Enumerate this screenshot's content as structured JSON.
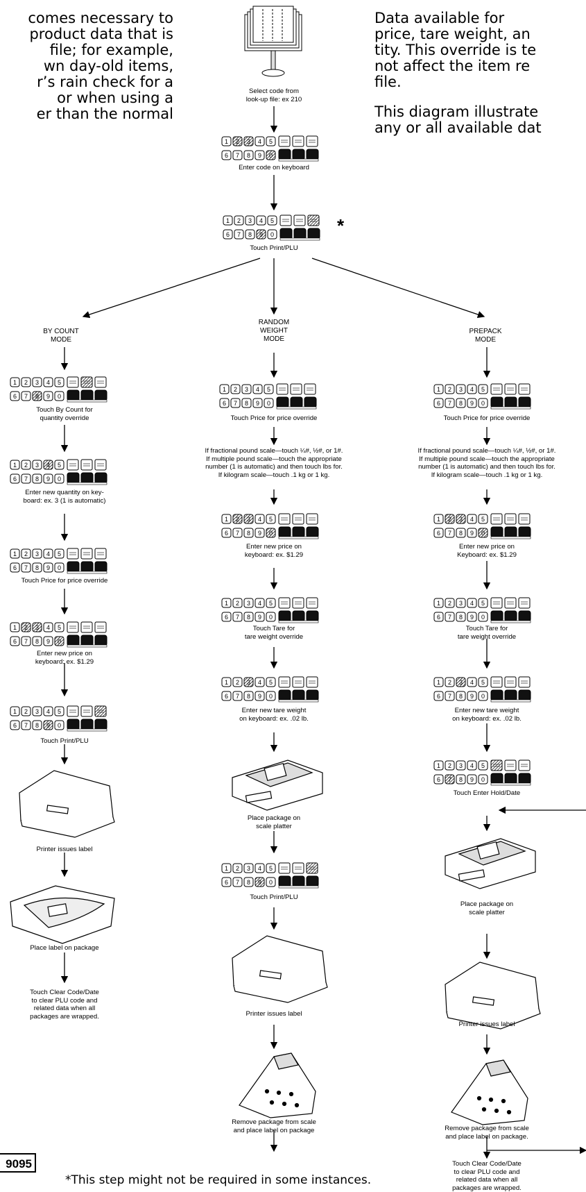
{
  "intro_left": [
    "comes necessary to",
    "product data that is",
    "file; for example,",
    "wn  day-old  items,",
    "r’s rain check for a",
    "or  when  using  a",
    "er  than  the  normal"
  ],
  "intro_right_p1": [
    "Data    available    for",
    "price,  tare  weight,  an",
    "tity. This override is te",
    "not  affect  the  item  re",
    "file."
  ],
  "intro_right_p2": [
    "This  diagram  illustrate",
    "any or all available dat"
  ],
  "top_steps": {
    "select": [
      "Select code from",
      "look-up file: ex 210"
    ],
    "enter_code": [
      "Enter code on keyboard"
    ],
    "touch_print": [
      "Touch Print/PLU"
    ],
    "asterisk": "*"
  },
  "modes": {
    "count": [
      "BY COUNT",
      "MODE"
    ],
    "random": [
      "RANDOM",
      "WEIGHT",
      "MODE"
    ],
    "prepack": [
      "PREPACK",
      "MODE"
    ]
  },
  "count_steps": {
    "s1": [
      "Touch By Count for",
      "quantity override"
    ],
    "s2": [
      "Enter new quantity on key-",
      "board: ex. 3 (1 is automatic)"
    ],
    "s3": [
      "Touch Price for price override"
    ],
    "s4": [
      "Enter new price on",
      "keyboard: ex. $1.29"
    ],
    "s5": [
      "Touch Print/PLU"
    ],
    "s6": [
      "Printer issues label"
    ],
    "s7": [
      "Place label on package"
    ],
    "s8": [
      "Touch Clear Code/Date",
      "to clear PLU code and",
      "related data when all",
      "packages are wrapped."
    ]
  },
  "random_steps": {
    "s1": [
      "Touch Price for price override"
    ],
    "s2": [
      "If fractional pound scale—touch ¼#, ½#, or 1#.",
      "If multiple pound scale—touch the appropriate",
      "number (1 is automatic) and then touch lbs for.",
      "If kilogram scale—touch .1 kg or 1 kg."
    ],
    "s3": [
      "Enter new price on",
      "keyboard: ex. $1.29"
    ],
    "s4": [
      "Touch Tare for",
      "tare weight override"
    ],
    "s5": [
      "Enter new tare weight",
      "on keyboard: ex. .02 lb."
    ],
    "s6": [
      "Place package on",
      "scale platter"
    ],
    "s7": [
      "Touch Print/PLU"
    ],
    "s8": [
      "Printer issues label"
    ],
    "s9": [
      "Remove package from scale",
      "and place label on package"
    ]
  },
  "prepack_steps": {
    "s1": [
      "Touch Price for price override"
    ],
    "s2": [
      "If fractional pound scale—touch ¼#, ½#, or 1#.",
      "If multiple pound scale—touch the appropriate",
      "number (1 is automatic) and then touch lbs for.",
      "If kilogram scale—touch .1 kg or 1 kg."
    ],
    "s3": [
      "Enter new price on",
      "Keyboard: ex. $1.29"
    ],
    "s4": [
      "Touch Tare for",
      "tare weight override"
    ],
    "s5": [
      "Enter new tare weight",
      "on keyboard: ex. .02 lb."
    ],
    "s6": [
      "Touch Enter Hold/Date"
    ],
    "s7": [
      "Place package on",
      "scale platter"
    ],
    "s8": [
      "Printer issues label"
    ],
    "s9": [
      "Remove package from scale",
      "and place label on package."
    ],
    "s10": [
      "Touch Clear Code/Date",
      "to  clear PLU code and",
      "related data when all",
      "packages are wrapped."
    ]
  },
  "doc_number": "9095",
  "footnote": "*This step might not be required in some instances."
}
